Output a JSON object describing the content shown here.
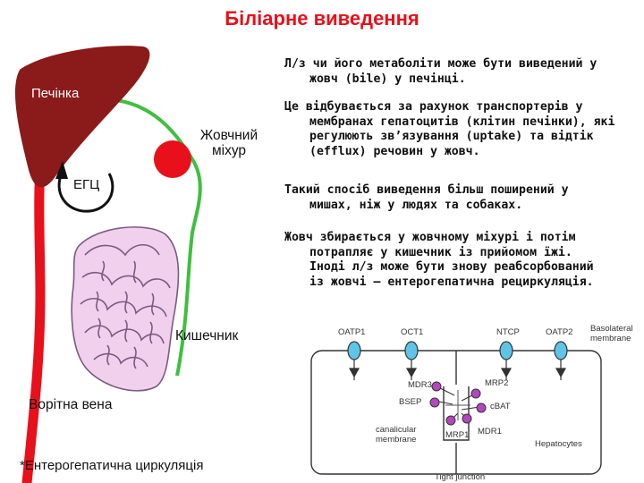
{
  "title": "Біліарне виведення",
  "paragraphs": [
    [
      "Л/з чи його метаболіти може бути виведений у",
      "жовч (bile) у печінці."
    ],
    [
      "Це відбувається за рахунок транспортерів у",
      "мембранах гепатоцитів (клітин печінки), які",
      "регулюють зв’язування (uptake) та відтік",
      "(efflux) речовин у жовч."
    ],
    [
      "Такий спосіб виведення більш поширений у",
      "мишах, ніж у людях та собаках."
    ],
    [
      "Жовч збирається у жовчному міхурі і потім",
      "потрапляє у кишечник із прийомом їжі.",
      "Іноді л/з може бути знову реабсорбований",
      "із жовчі – ентерогепатична рециркуляція."
    ]
  ],
  "anatomy": {
    "liver": "Печінка",
    "gallbladder": [
      "Жовчний",
      "міхур"
    ],
    "egc": "ЕГЦ",
    "intestine": "Кишечник",
    "portal_vein": "Ворітна вена"
  },
  "footnote": "*Ентерогепатична циркуляція",
  "transporters": {
    "oatp1": "OATP1",
    "oct1": "OCT1",
    "ntcp": "NTCP",
    "oatp2": "OATP2",
    "basolateral": [
      "Basolateral",
      "membrane"
    ],
    "mdr3": "MDR3",
    "mrp2": "MRP2",
    "bsep": "BSEP",
    "cbat": "cBAT",
    "canalicular": [
      "canalicular",
      "membrane"
    ],
    "mrp1": "MRP1",
    "mdr1": "MDR1",
    "hepatocytes": "Hepatocytes",
    "tight_junction": "Tight junction"
  },
  "colors": {
    "title": "#e8101a",
    "liver": "#8b1a1a",
    "portal_vein": "#e8101a",
    "bile_duct": "#3fbf3f",
    "gallbladder": "#e8101a",
    "intestine_fill": "#f0d0ec",
    "intestine_stroke": "#7b5a82",
    "uptake_transporter": "#5fc4e6",
    "efflux_transporter": "#b545c0"
  }
}
